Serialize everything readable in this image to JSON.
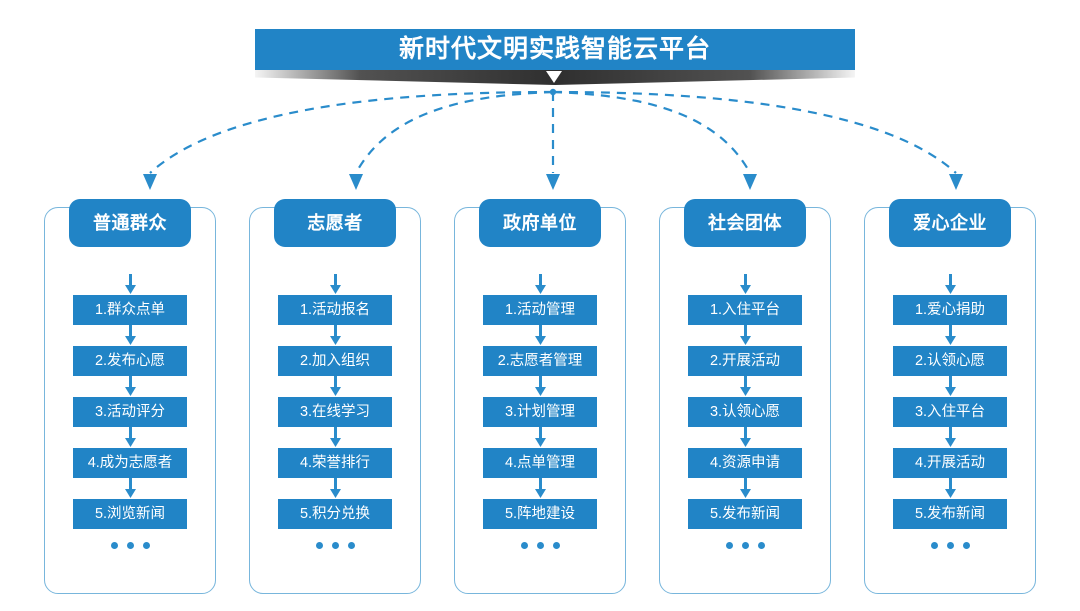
{
  "banner": {
    "title": "新时代文明实践智能云平台",
    "chevron_icon": "chevron-down-icon",
    "bar_color": "#2184c6",
    "ribbon_color": "#333333"
  },
  "theme": {
    "accent": "#2184c6",
    "frame_border": "#78b6dc",
    "connector": "#2a8ccb",
    "text_on_accent": "#ffffff"
  },
  "columns": [
    {
      "title": "普通群众",
      "steps": [
        "1.群众点单",
        "2.发布心愿",
        "3.活动评分",
        "4.成为志愿者",
        "5.浏览新闻"
      ],
      "more": "•••"
    },
    {
      "title": "志愿者",
      "steps": [
        "1.活动报名",
        "2.加入组织",
        "3.在线学习",
        "4.荣誉排行",
        "5.积分兑换"
      ],
      "more": "•••"
    },
    {
      "title": "政府单位",
      "steps": [
        "1.活动管理",
        "2.志愿者管理",
        "3.计划管理",
        "4.点单管理",
        "5.阵地建设"
      ],
      "more": "•••"
    },
    {
      "title": "社会团体",
      "steps": [
        "1.入住平台",
        "2.开展活动",
        "3.认领心愿",
        "4.资源申请",
        "5.发布新闻"
      ],
      "more": "•••"
    },
    {
      "title": "爱心企业",
      "steps": [
        "1.爱心捐助",
        "2.认领心愿",
        "3.入住平台",
        "4.开展活动",
        "5.发布新闻"
      ],
      "more": "•••"
    }
  ]
}
